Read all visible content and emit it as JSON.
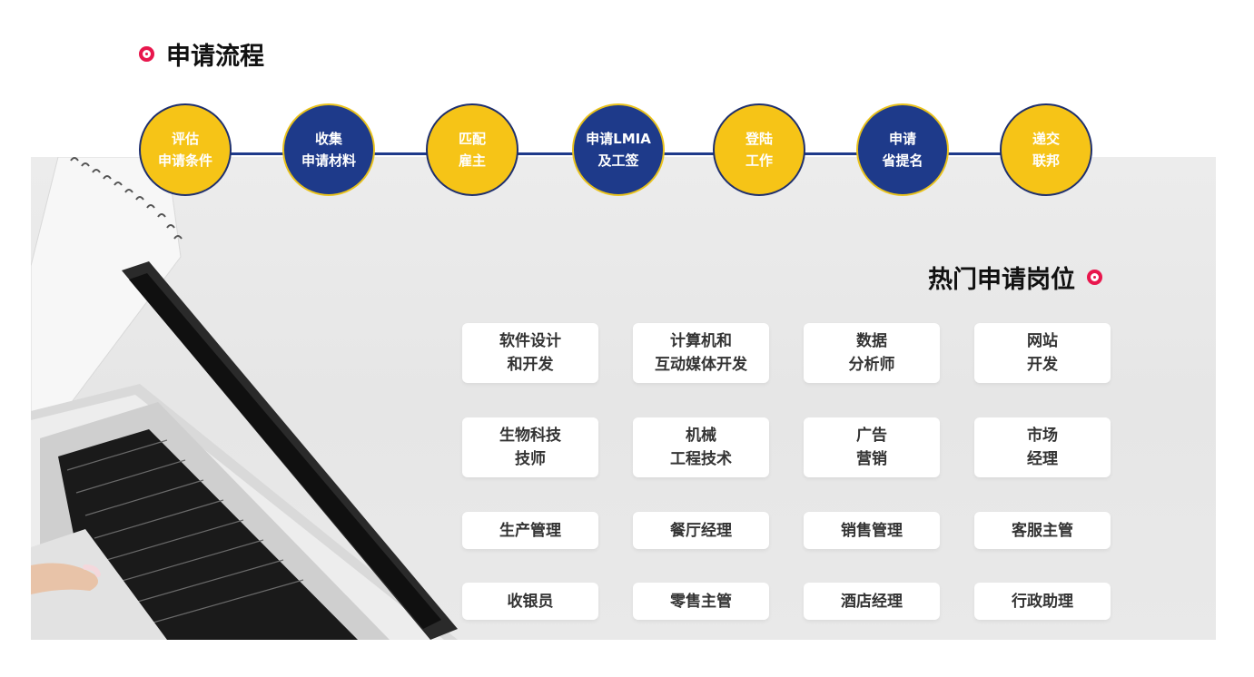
{
  "process": {
    "title": "申请流程",
    "steps": [
      {
        "line1": "评估",
        "line2": "申请条件",
        "color": "#f6c417"
      },
      {
        "line1": "收集",
        "line2": "申请材料",
        "color": "#1e3a8a"
      },
      {
        "line1": "匹配",
        "line2": "雇主",
        "color": "#f6c417"
      },
      {
        "line1": "申请LMIA",
        "line2": "及工签",
        "color": "#1e3a8a"
      },
      {
        "line1": "登陆",
        "line2": "工作",
        "color": "#f6c417"
      },
      {
        "line1": "申请",
        "line2": "省提名",
        "color": "#1e3a8a"
      },
      {
        "line1": "递交",
        "line2": "联邦",
        "color": "#f6c417"
      }
    ]
  },
  "jobs": {
    "title": "热门申请岗位",
    "rows": [
      [
        {
          "line1": "软件设计",
          "line2": "和开发"
        },
        {
          "line1": "计算机和",
          "line2": "互动媒体开发"
        },
        {
          "line1": "数据",
          "line2": "分析师"
        },
        {
          "line1": "网站",
          "line2": "开发"
        }
      ],
      [
        {
          "line1": "生物科技",
          "line2": "技师"
        },
        {
          "line1": "机械",
          "line2": "工程技术"
        },
        {
          "line1": "广告",
          "line2": "营销"
        },
        {
          "line1": "市场",
          "line2": "经理"
        }
      ],
      [
        {
          "line1": "生产管理"
        },
        {
          "line1": "餐厅经理"
        },
        {
          "line1": "销售管理"
        },
        {
          "line1": "客服主管"
        }
      ],
      [
        {
          "line1": "收银员"
        },
        {
          "line1": "零售主管"
        },
        {
          "line1": "酒店经理"
        },
        {
          "line1": "行政助理"
        }
      ]
    ]
  },
  "colors": {
    "accent": "#e8174d",
    "navy": "#1e3a8a",
    "yellow": "#f6c417"
  },
  "icons": {
    "section_marker": "ring-dot-icon",
    "illustration": "laptop-notebook-illustration"
  }
}
